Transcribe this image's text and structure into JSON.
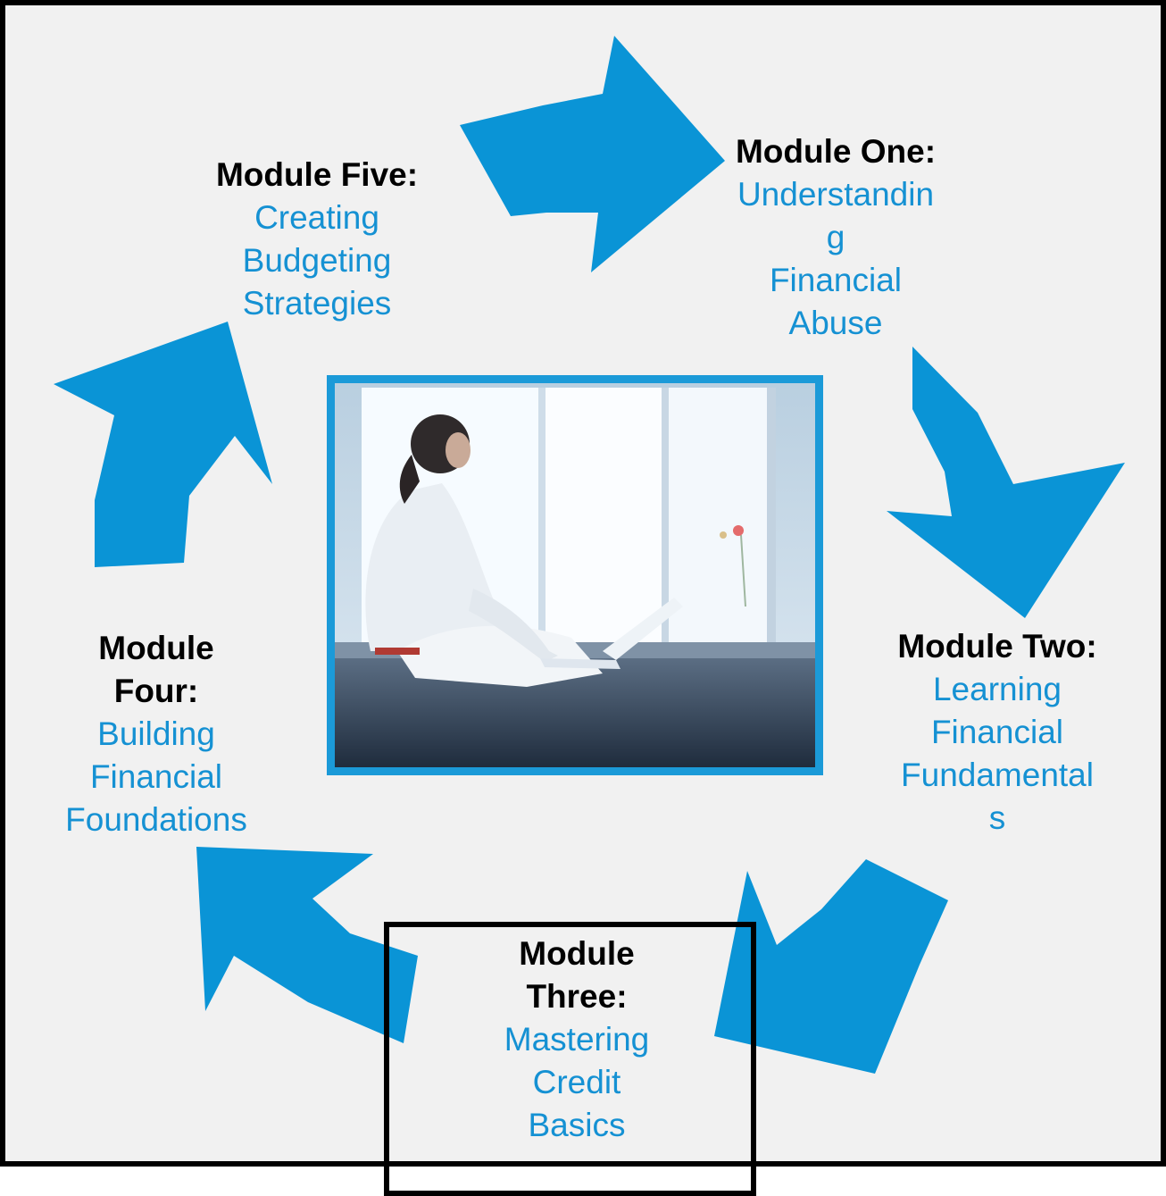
{
  "modules": {
    "one": {
      "head": "Module One:",
      "body": "Understandin\ng\nFinancial\nAbuse"
    },
    "two": {
      "head": "Module Two:",
      "body": "Learning\nFinancial\nFundamental\ns"
    },
    "three": {
      "head": "Module\nThree:",
      "body": "Mastering\nCredit\nBasics"
    },
    "four": {
      "head": "Module\nFour:",
      "body": "Building\nFinancial\nFoundations"
    },
    "five": {
      "head": "Module Five:",
      "body": "Creating\nBudgeting\nStrategies"
    }
  },
  "colors": {
    "arrow": "#0a94d6",
    "module_body_text": "#1591d3",
    "module_head_text": "#000000",
    "photo_border": "#1b9ad8",
    "background": "#f1f1f1"
  },
  "icons": {
    "cycle_arrows": "curved-arrow-icon",
    "photo": "woman-with-laptop-photo"
  }
}
